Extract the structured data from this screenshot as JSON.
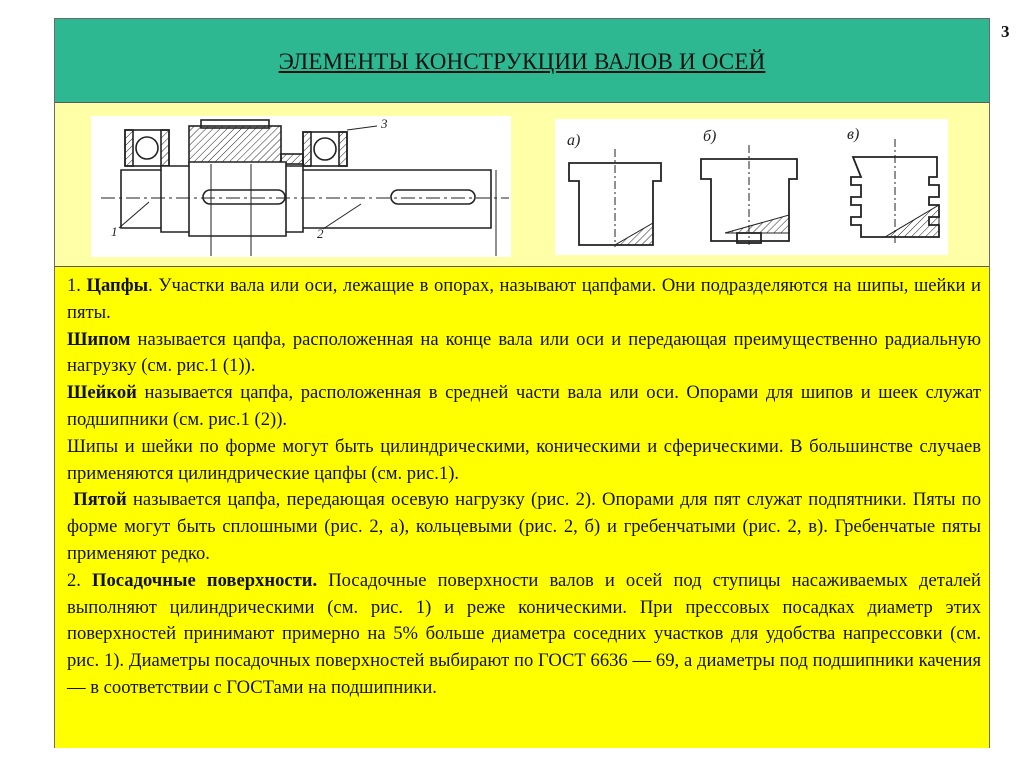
{
  "page_number": "3",
  "title": "ЭЛЕМЕНТЫ КОНСТРУКЦИИ ВАЛОВ И ОСЕЙ",
  "figure1": {
    "callouts": [
      "1",
      "2",
      "3"
    ]
  },
  "figure2": {
    "labels": [
      "а)",
      "б)",
      "в)"
    ]
  },
  "paragraphs": [
    {
      "lead": "1. ",
      "term": "Цапфы",
      "text": ". Участки вала или оси, лежащие в опорах, называют цапфами. Они подразделяются на шипы, шейки и пяты."
    },
    {
      "lead": "",
      "term": "Шипом",
      "text": " называется цапфа, расположенная на конце вала или оси и передающая преимущественно радиальную нагрузку (см. рис.1 (1))."
    },
    {
      "lead": "",
      "term": "Шейкой",
      "text": " называется цапфа, расположенная в средней части вала или оси. Опорами для шипов и шеек служат подшипники (см. рис.1 (2))."
    },
    {
      "lead": "Шипы и шейки по форме могут быть цилиндрическими, коническими и сферическими. В большинстве случаев применяются цилиндрические цапфы (см. рис.1).",
      "term": "",
      "text": ""
    },
    {
      "lead": " ",
      "term": "Пятой",
      "text": " называется цапфа, передающая осевую нагрузку (рис. 2). Опорами для пят служат подпятники. Пяты по форме могут быть сплошными (рис. 2, а), кольцевыми (рис. 2, б) и гребенчатыми (рис. 2, в). Гребенчатые пяты применяют редко."
    },
    {
      "lead": "2. ",
      "term": "Посадочные поверхности.",
      "text": " Посадочные поверхности валов и осей под ступицы насаживаемых деталей выполняют цилиндрическими (см. рис. 1) и реже коническими. При прессовых посадках диаметр этих поверхностей принимают примерно на 5% больше диаметра соседних участков для удобства напрессовки (см. рис. 1). Диаметры посадочных поверхностей выбирают по ГОСТ 6636 — 69, а диаметры под подшипники качения — в соответствии с ГОСТами на подшипники."
    }
  ]
}
